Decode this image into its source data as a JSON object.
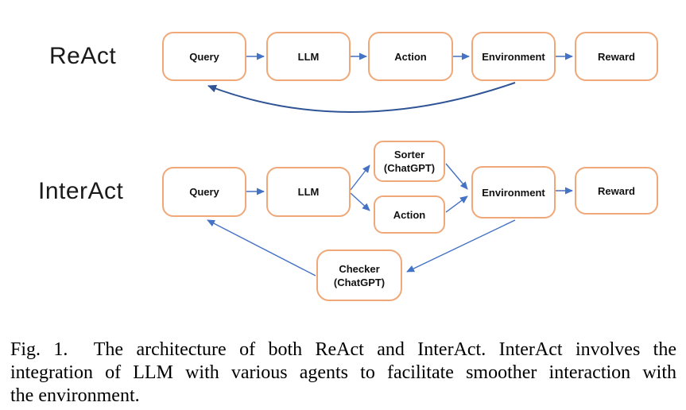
{
  "react": {
    "label": "ReAct",
    "nodes": {
      "query": "Query",
      "llm": "LLM",
      "action": "Action",
      "environment": "Environment",
      "reward": "Reward"
    }
  },
  "interact": {
    "label": "InterAct",
    "nodes": {
      "query": "Query",
      "llm": "LLM",
      "sorter": {
        "line1": "Sorter",
        "line2": "(ChatGPT)"
      },
      "action": "Action",
      "environment": "Environment",
      "reward": "Reward",
      "checker": {
        "line1": "Checker",
        "line2": "(ChatGPT)"
      }
    }
  },
  "colors": {
    "node_border": "#F0A878",
    "arrow": "#4472C4",
    "feedback_arrow": "#2F5496"
  },
  "caption": {
    "lines": [
      "Fig. 1.  The architecture of both ReAct and InterAct. InterAct involves the",
      "integration of LLM with various agents to facilitate smoother interaction with",
      "the environment."
    ]
  }
}
